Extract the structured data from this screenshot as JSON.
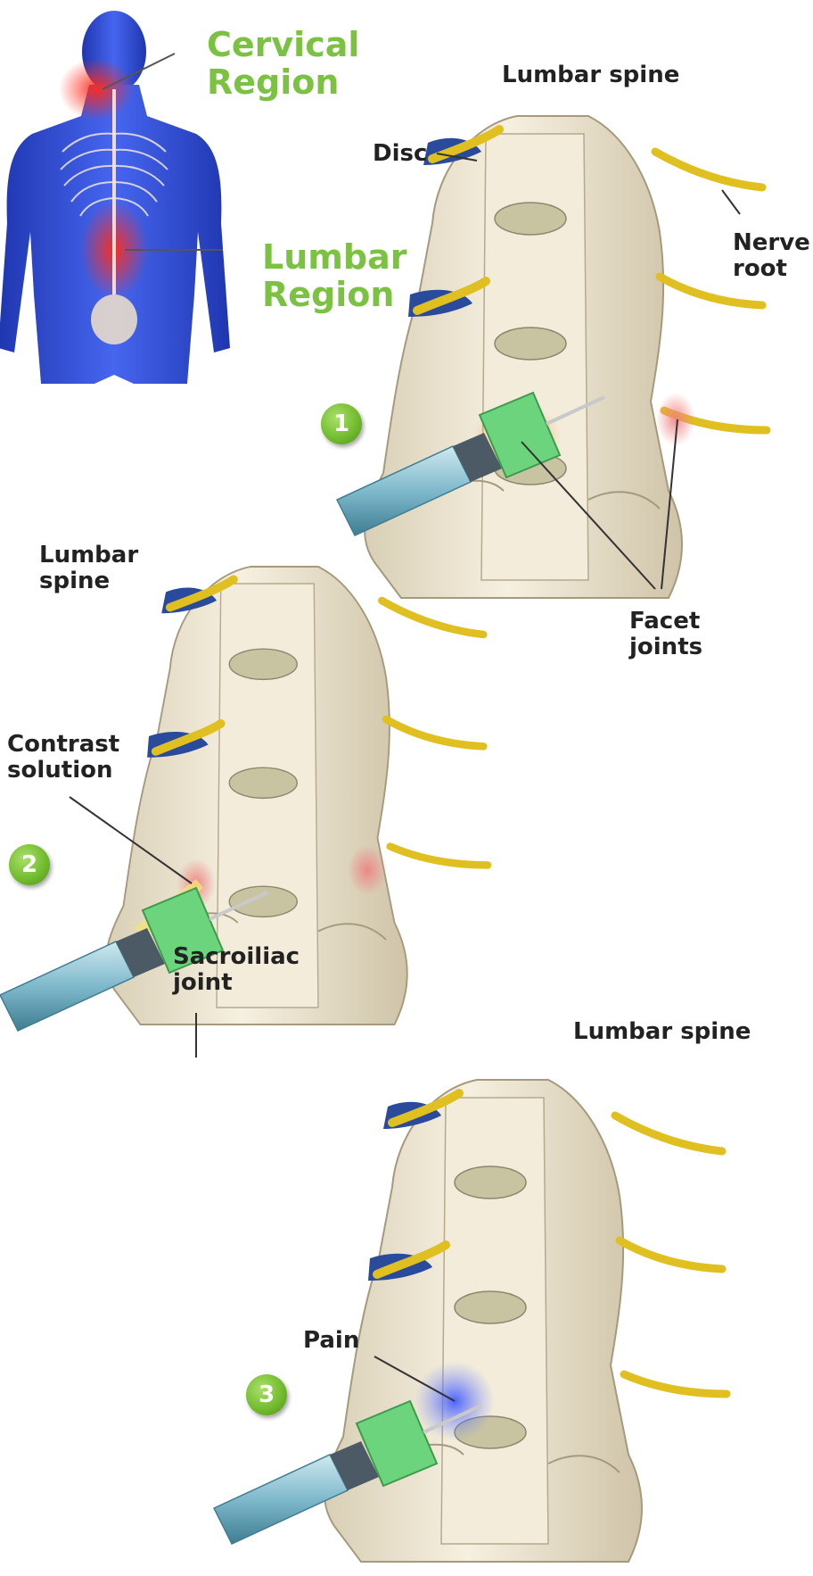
{
  "regions": {
    "cervical": "Cervical\nRegion",
    "lumbar": "Lumbar\nRegion"
  },
  "panel1": {
    "title": "Lumbar spine",
    "disc": "Disc",
    "nerve_root": "Nerve\nroot",
    "facet_joints": "Facet\njoints",
    "step": "1"
  },
  "panel2": {
    "title": "Lumbar\nspine",
    "contrast": "Contrast\nsolution",
    "sacroiliac": "Sacroiliac\njoint",
    "step": "2"
  },
  "panel3": {
    "title": "Lumbar spine",
    "pain": "Pain",
    "step": "3"
  },
  "colors": {
    "accent_green": "#7cc242",
    "body_blue": "#2f4fd6",
    "pain_red": "#e02020",
    "bone": "#eee6d2",
    "nerve": "#e0c020",
    "syringe": "#6bd47d"
  }
}
